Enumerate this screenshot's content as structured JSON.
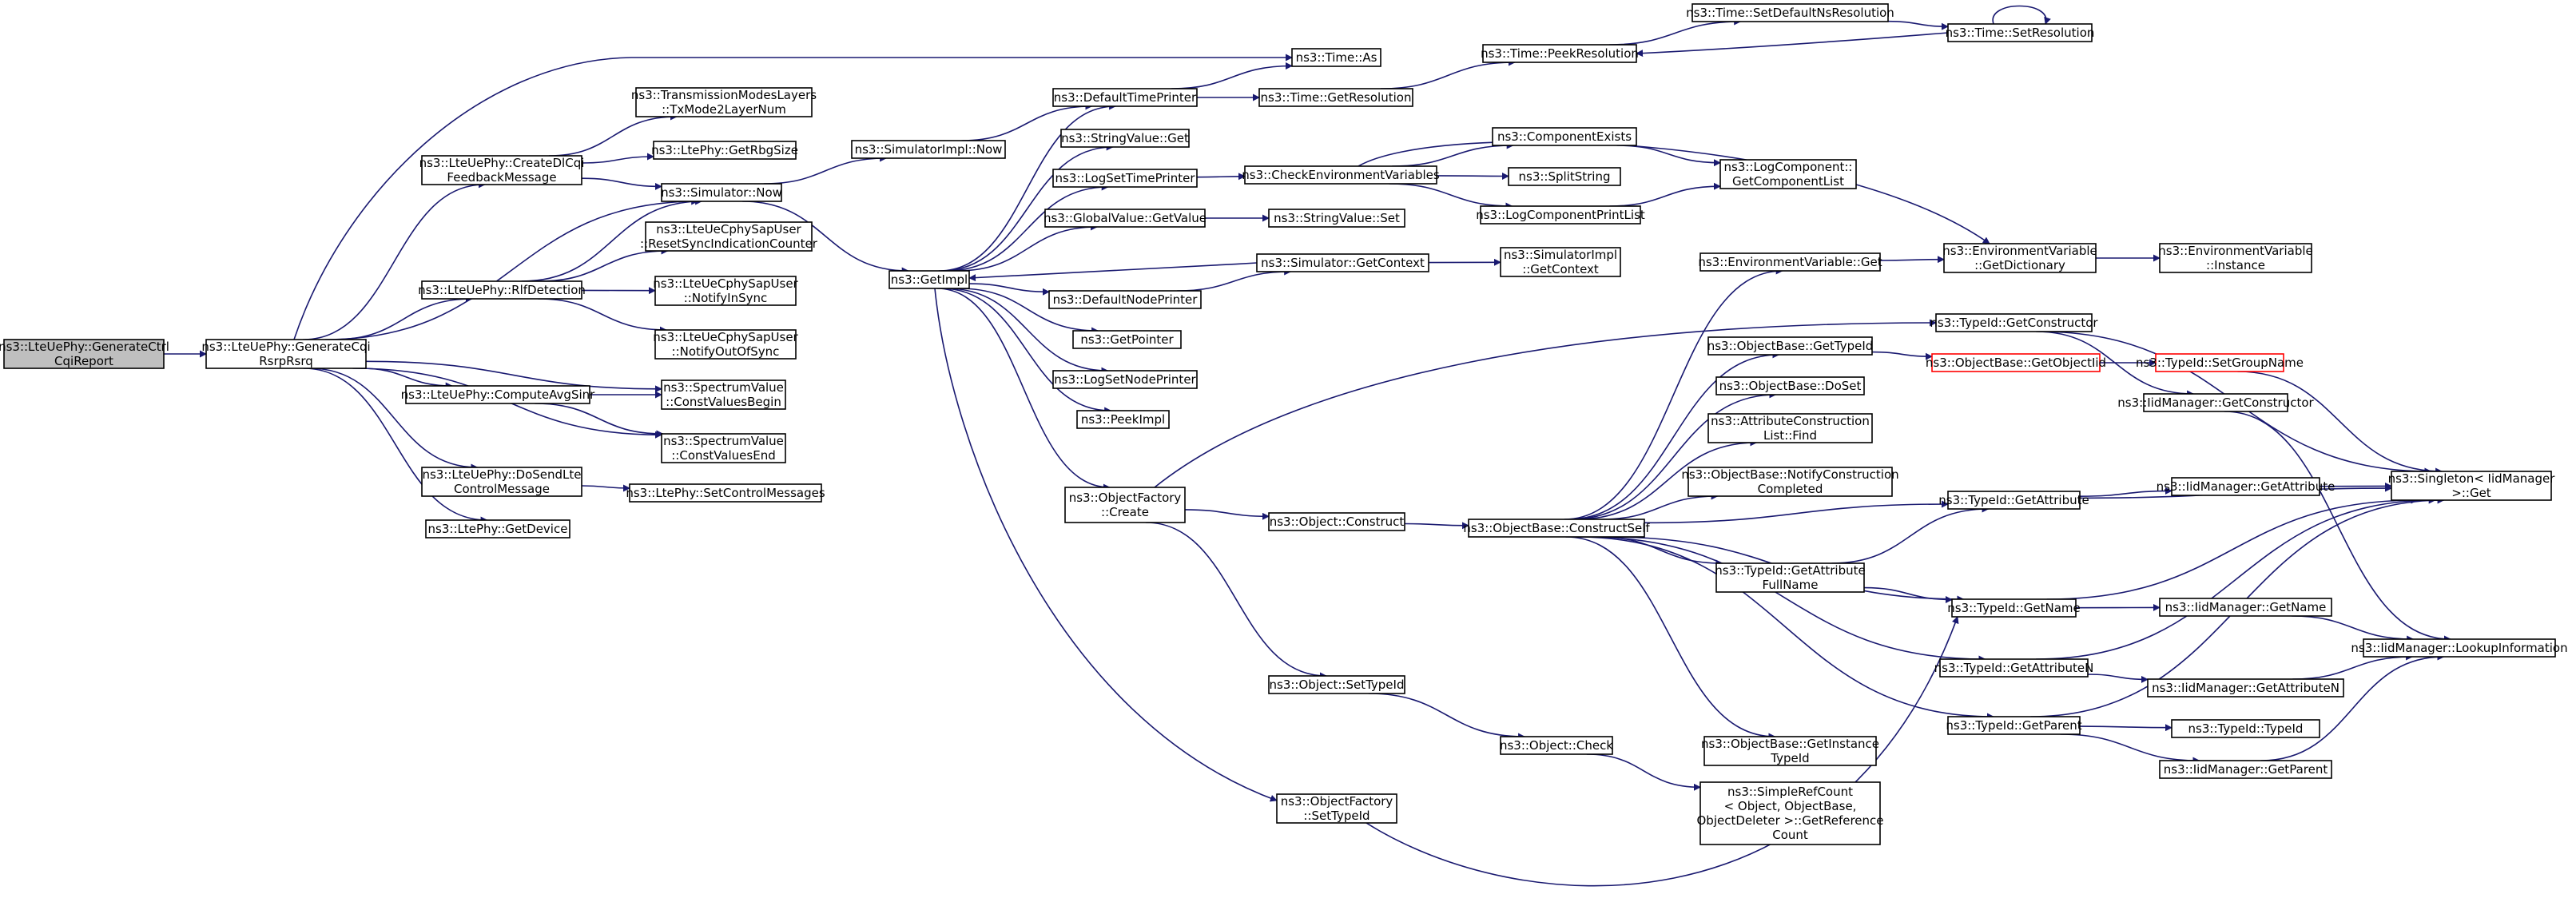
{
  "colors": {
    "edge": "#191970",
    "root_fill": "#bfbfbf",
    "highlight_border": "#ff0000"
  },
  "nodes": {
    "root": [
      "ns3::LteUePhy::GenerateCtrl",
      "CqiReport"
    ],
    "genCqi": [
      "ns3::LteUePhy::GenerateCqi",
      "RsrpRsrq"
    ],
    "createDl": [
      "ns3::LteUePhy::CreateDlCqi",
      "FeedbackMessage"
    ],
    "rlf": [
      "ns3::LteUePhy::RlfDetection"
    ],
    "avgSinr": [
      "ns3::LteUePhy::ComputeAvgSinr"
    ],
    "doSend": [
      "ns3::LteUePhy::DoSendLte",
      "ControlMessage"
    ],
    "getDevice": [
      "ns3::LtePhy::GetDevice"
    ],
    "txMode": [
      "ns3::TransmissionModesLayers",
      "::TxMode2LayerNum"
    ],
    "rbg": [
      "ns3::LtePhy::GetRbgSize"
    ],
    "simNow": [
      "ns3::Simulator::Now"
    ],
    "resetSync": [
      "ns3::LteUeCphySapUser",
      "::ResetSyncIndicationCounter"
    ],
    "notifyIn": [
      "ns3::LteUeCphySapUser",
      "::NotifyInSync"
    ],
    "notifyOut": [
      "ns3::LteUeCphySapUser",
      "::NotifyOutOfSync"
    ],
    "cvBegin": [
      "ns3::SpectrumValue",
      "::ConstValuesBegin"
    ],
    "cvEnd": [
      "ns3::SpectrumValue",
      "::ConstValuesEnd"
    ],
    "setCtrl": [
      "ns3::LtePhy::SetControlMessages"
    ],
    "simImplNow": [
      "ns3::SimulatorImpl::Now"
    ],
    "getImpl": [
      "ns3::GetImpl"
    ],
    "timeAs": [
      "ns3::Time::As"
    ],
    "defTime": [
      "ns3::DefaultTimePrinter"
    ],
    "strGet": [
      "ns3::StringValue::Get"
    ],
    "logSetTime": [
      "ns3::LogSetTimePrinter"
    ],
    "gvGet": [
      "ns3::GlobalValue::GetValue"
    ],
    "defNode": [
      "ns3::DefaultNodePrinter"
    ],
    "getPointer": [
      "ns3::GetPointer"
    ],
    "logSetNode": [
      "ns3::LogSetNodePrinter"
    ],
    "peekImpl": [
      "ns3::PeekImpl"
    ],
    "ofCreate": [
      "ns3::ObjectFactory",
      "::Create"
    ],
    "ofSetTid": [
      "ns3::ObjectFactory",
      "::SetTypeId"
    ],
    "getRes": [
      "ns3::Time::GetResolution"
    ],
    "checkEnv": [
      "ns3::CheckEnvironmentVariables"
    ],
    "strSet": [
      "ns3::StringValue::Set"
    ],
    "simGetCtx": [
      "ns3::Simulator::GetContext"
    ],
    "objConstruct": [
      "ns3::Object::Construct"
    ],
    "objSetTid": [
      "ns3::Object::SetTypeId"
    ],
    "objCheck": [
      "ns3::Object::Check"
    ],
    "peekRes": [
      "ns3::Time::PeekResolution"
    ],
    "setDefNs": [
      "ns3::Time::SetDefaultNsResolution"
    ],
    "setRes": [
      "ns3::Time::SetResolution"
    ],
    "compExists": [
      "ns3::ComponentExists"
    ],
    "splitStr": [
      "ns3::SplitString"
    ],
    "logCompPrint": [
      "ns3::LogComponentPrintList"
    ],
    "logCompGet": [
      "ns3::LogComponent::",
      "GetComponentList"
    ],
    "simImplCtx": [
      "ns3::SimulatorImpl",
      "::GetContext"
    ],
    "envGet": [
      "ns3::EnvironmentVariable::Get"
    ],
    "envDict": [
      "ns3::EnvironmentVariable",
      "::GetDictionary"
    ],
    "envInst": [
      "ns3::EnvironmentVariable",
      "::Instance"
    ],
    "obGetTid": [
      "ns3::ObjectBase::GetTypeId"
    ],
    "obDoSet": [
      "ns3::ObjectBase::DoSet"
    ],
    "acFind": [
      "ns3::AttributeConstruction",
      "List::Find"
    ],
    "obNotify": [
      "ns3::ObjectBase::NotifyConstruction",
      "Completed"
    ],
    "obConstructSelf": [
      "ns3::ObjectBase::ConstructSelf"
    ],
    "tidGetAttrFull": [
      "ns3::TypeId::GetAttribute",
      "FullName"
    ],
    "obGetInst": [
      "ns3::ObjectBase::GetInstance",
      "TypeId"
    ],
    "srcGetRef": [
      "ns3::SimpleRefCount",
      "< Object, ObjectBase,",
      "ObjectDeleter >::GetReference",
      "Count"
    ],
    "tidGetCtor": [
      "ns3::TypeId::GetConstructor"
    ],
    "obGetOid": [
      "ns3::ObjectBase::GetObjectIid"
    ],
    "tidSetGroup": [
      "ns3::TypeId::SetGroupName"
    ],
    "iidGetCtor": [
      "ns3::IidManager::GetConstructor"
    ],
    "tidGetAttr": [
      "ns3::TypeId::GetAttribute"
    ],
    "tidGetName": [
      "ns3::TypeId::GetName"
    ],
    "tidGetAttrN": [
      "ns3::TypeId::GetAttributeN"
    ],
    "tidGetParent": [
      "ns3::TypeId::GetParent"
    ],
    "singleton": [
      "ns3::Singleton< IidManager",
      ">::Get"
    ],
    "iidGetAttr": [
      "ns3::IidManager::GetAttribute"
    ],
    "iidGetName": [
      "ns3::IidManager::GetName"
    ],
    "iidLookup": [
      "ns3::IidManager::LookupInformation"
    ],
    "iidGetAttrN": [
      "ns3::IidManager::GetAttributeN"
    ],
    "tidTypeId": [
      "ns3::TypeId::TypeId"
    ],
    "iidGetParent": [
      "ns3::IidManager::GetParent"
    ]
  }
}
